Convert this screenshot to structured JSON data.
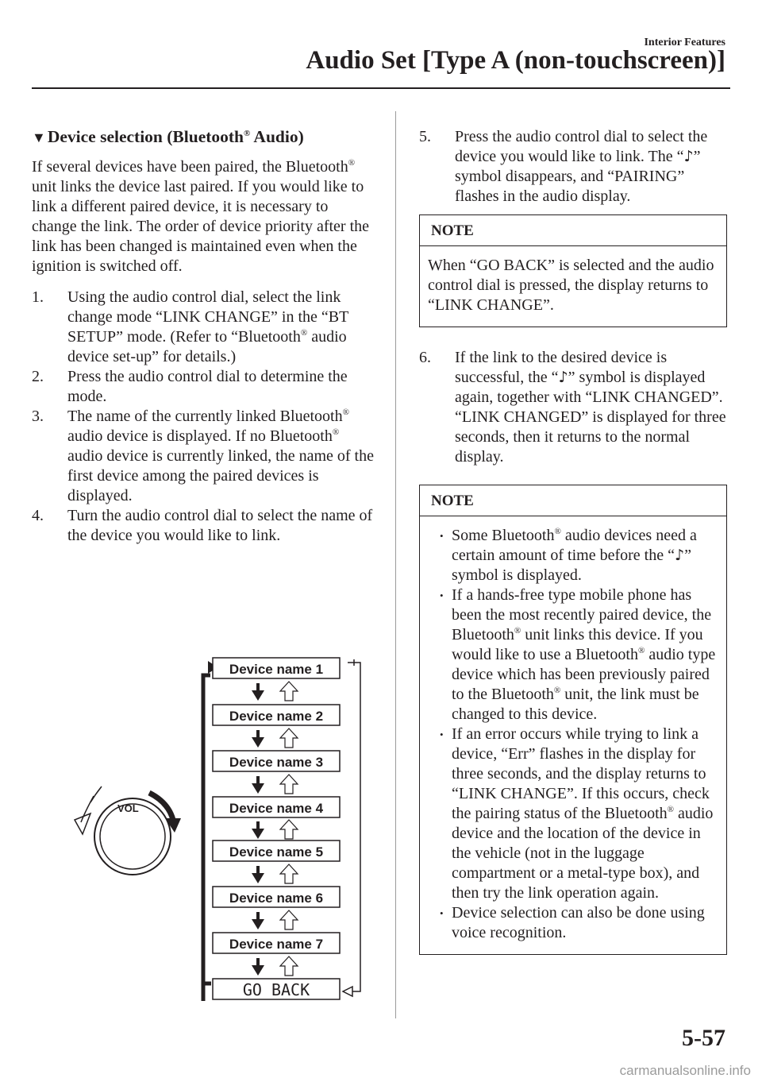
{
  "header": {
    "section": "Interior Features",
    "title": "Audio Set [Type A (non-touchscreen)]"
  },
  "section": {
    "title": "Device selection (Bluetooth",
    "title_reg": "®",
    "title_tail": " Audio)",
    "triangle": "▼"
  },
  "intro": {
    "a": "If several devices have been paired, the Bluetooth",
    "reg": "®",
    "b": " unit links the device last paired. If you would like to link a different paired device, it is necessary to change the link. The order of device priority after the link has been changed is maintained even when the ignition is switched off."
  },
  "steps": [
    {
      "num": "1.",
      "a": "Using the audio control dial, select the link change mode “LINK CHANGE” in the “BT SETUP” mode. (Refer to “Bluetooth",
      "reg": "®",
      "b": " audio device set-up” for details.)"
    },
    {
      "num": "2.",
      "a": "Press the audio control dial to determine the mode."
    },
    {
      "num": "3.",
      "a": "The name of the currently linked Bluetooth",
      "reg": "®",
      "b": " audio device is displayed. If no Bluetooth",
      "reg2": "®",
      "c": " audio device is currently linked, the name of the first device among the paired devices is displayed."
    },
    {
      "num": "4.",
      "a": "Turn the audio control dial to select the name of the device you would like to link."
    },
    {
      "num": "5.",
      "a": "Press the audio control dial to select the device you would like to link. The “",
      "sym": "♪",
      "b": "” symbol disappears, and “PAIRING” flashes in the audio display."
    },
    {
      "num": "6.",
      "a": "If the link to the desired device is successful, the “",
      "sym": "♪",
      "b": "” symbol is displayed again, together with “LINK CHANGED”. “LINK CHANGED” is displayed for three seconds, then it returns to the normal display."
    }
  ],
  "note1": {
    "label": "NOTE",
    "text": "When “GO BACK” is selected and the audio control dial is pressed, the display returns to “LINK CHANGE”."
  },
  "note2": {
    "label": "NOTE",
    "items": [
      {
        "a": "Some Bluetooth",
        "reg": "®",
        "b": " audio devices need a certain amount of time before the “",
        "sym": "♪",
        "c": "” symbol is displayed."
      },
      {
        "a": "If a hands-free type mobile phone has been the most recently paired device, the Bluetooth",
        "reg": "®",
        "b": " unit links this device. If you would like to use a Bluetooth",
        "reg2": "®",
        "c": " audio type device which has been previously paired to the Bluetooth",
        "reg3": "®",
        "d": " unit, the link must be changed to this device."
      },
      {
        "a": "If an error occurs while trying to link a device, “Err” flashes in the display for three seconds, and the display returns to “LINK CHANGE”. If this occurs, check the pairing status of the Bluetooth",
        "reg": "®",
        "b": " audio device and the location of the device in the vehicle (not in the luggage compartment or a metal-type box), and then try the link operation again."
      },
      {
        "a": "Device selection can also be done using voice recognition."
      }
    ]
  },
  "diagram": {
    "knob_label": "VOL",
    "devices": [
      "Device name 1",
      "Device name 2",
      "Device name 3",
      "Device name 4",
      "Device name 5",
      "Device name 6",
      "Device name 7"
    ],
    "go_back": "GO BACK"
  },
  "footer": {
    "page": "5-57",
    "watermark": "carmanualsonline.info"
  }
}
